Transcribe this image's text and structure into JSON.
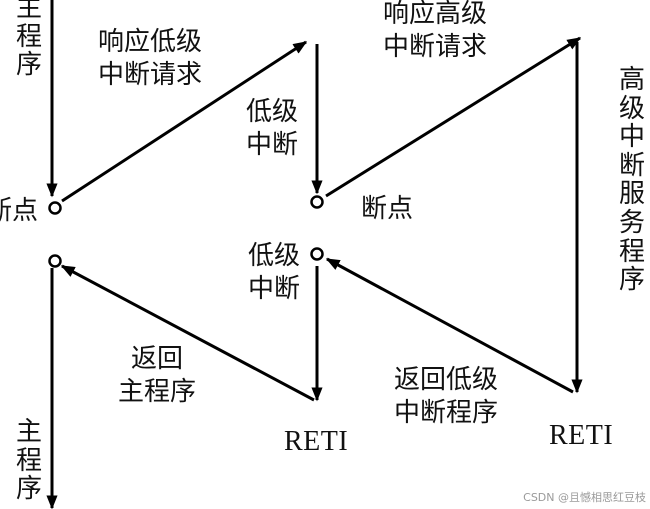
{
  "labels": {
    "main_top": "主程序",
    "req_low": [
      "响应低级",
      "中断请求"
    ],
    "req_high": [
      "响应高级",
      "中断请求"
    ],
    "bp_left": "断点",
    "low_int_top": [
      "低级",
      "中断"
    ],
    "bp_right": "断点",
    "high_service": "高级中断服务程序",
    "low_int_mid": [
      "低级",
      "中断"
    ],
    "ret_main": [
      "返回",
      "主程序"
    ],
    "ret_low": [
      "返回低级",
      "中断程序"
    ],
    "reti_left": "RETI",
    "reti_right": "RETI",
    "main_bottom": "主程序"
  },
  "watermark": "CSDN @且憾相思红豆枝"
}
